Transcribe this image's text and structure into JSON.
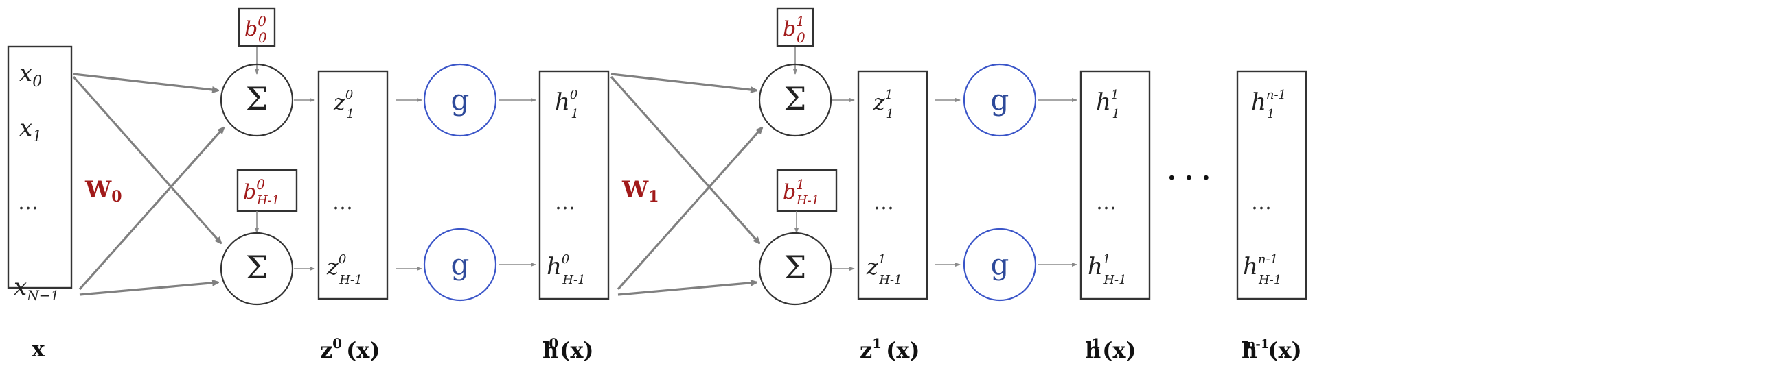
{
  "input": {
    "entries": [
      "x₀",
      "x₁",
      "…",
      "xₙ₋₁"
    ],
    "top": "x",
    "top_sub": "0",
    "second": "x",
    "second_sub": "1",
    "dots": "…",
    "last": "x",
    "last_sub": "N−1",
    "caption": "x"
  },
  "layers": [
    {
      "weight": "W",
      "weight_sub": "0",
      "bias_top": "b",
      "bias_top_sup": "0",
      "bias_top_sub": "0",
      "bias_bot": "b",
      "bias_bot_sup": "0",
      "bias_bot_sub": "H-1",
      "sum_symbol": "Σ",
      "z_top": "z",
      "z_top_sup": "0",
      "z_top_sub": "1",
      "z_dots": "…",
      "z_bot": "z",
      "z_bot_sup": "0",
      "z_bot_sub": "H-1",
      "z_caption": "z",
      "z_caption_sup": "0",
      "z_caption_arg": "(x)",
      "act_symbol": "g",
      "h_top": "h",
      "h_top_sup": "0",
      "h_top_sub": "1",
      "h_dots": "…",
      "h_bot": "h",
      "h_bot_sup": "0",
      "h_bot_sub": "H-1",
      "h_caption": "h",
      "h_caption_sup": "0",
      "h_caption_arg": "(x)"
    },
    {
      "weight": "W",
      "weight_sub": "1",
      "bias_top": "b",
      "bias_top_sup": "1",
      "bias_top_sub": "0",
      "bias_bot": "b",
      "bias_bot_sup": "1",
      "bias_bot_sub": "H-1",
      "sum_symbol": "Σ",
      "z_top": "z",
      "z_top_sup": "1",
      "z_top_sub": "1",
      "z_dots": "…",
      "z_bot": "z",
      "z_bot_sup": "1",
      "z_bot_sub": "H-1",
      "z_caption": "z",
      "z_caption_sup": "1",
      "z_caption_arg": "(x)",
      "act_symbol": "g",
      "h_top": "h",
      "h_top_sup": "1",
      "h_top_sub": "1",
      "h_dots": "…",
      "h_bot": "h",
      "h_bot_sup": "1",
      "h_bot_sub": "H-1",
      "h_caption": "h",
      "h_caption_sup": "1",
      "h_caption_arg": "(x)"
    }
  ],
  "ellipsis": "· · ·",
  "final": {
    "h_top": "h",
    "h_top_sup": "n-1",
    "h_top_sub": "1",
    "h_dots": "…",
    "h_bot": "h",
    "h_bot_sup": "n-1",
    "h_bot_sub": "H-1",
    "caption": "h",
    "caption_sup": "n-1",
    "caption_arg": "(x)"
  },
  "colors": {
    "bias": "#a11a1a",
    "activation_ring": "#3a55c8",
    "activation_g": "#2e4a9a"
  }
}
